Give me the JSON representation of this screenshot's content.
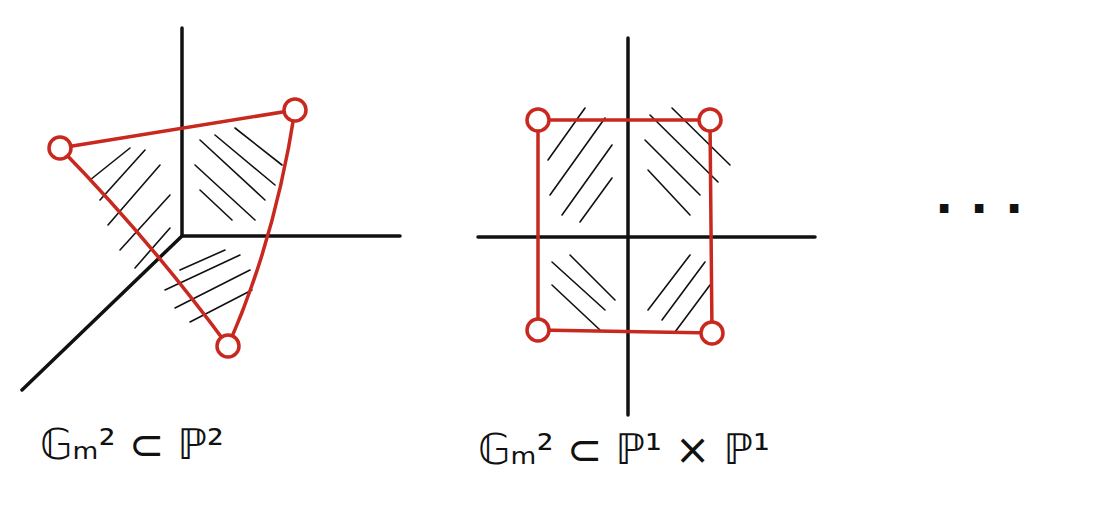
{
  "diagram": {
    "labels": [
      "𝔾ₘ² ⊂ ℙ²",
      "𝔾ₘ² ⊂ ℙ¹ × ℙ¹",
      "· · ·"
    ]
  }
}
